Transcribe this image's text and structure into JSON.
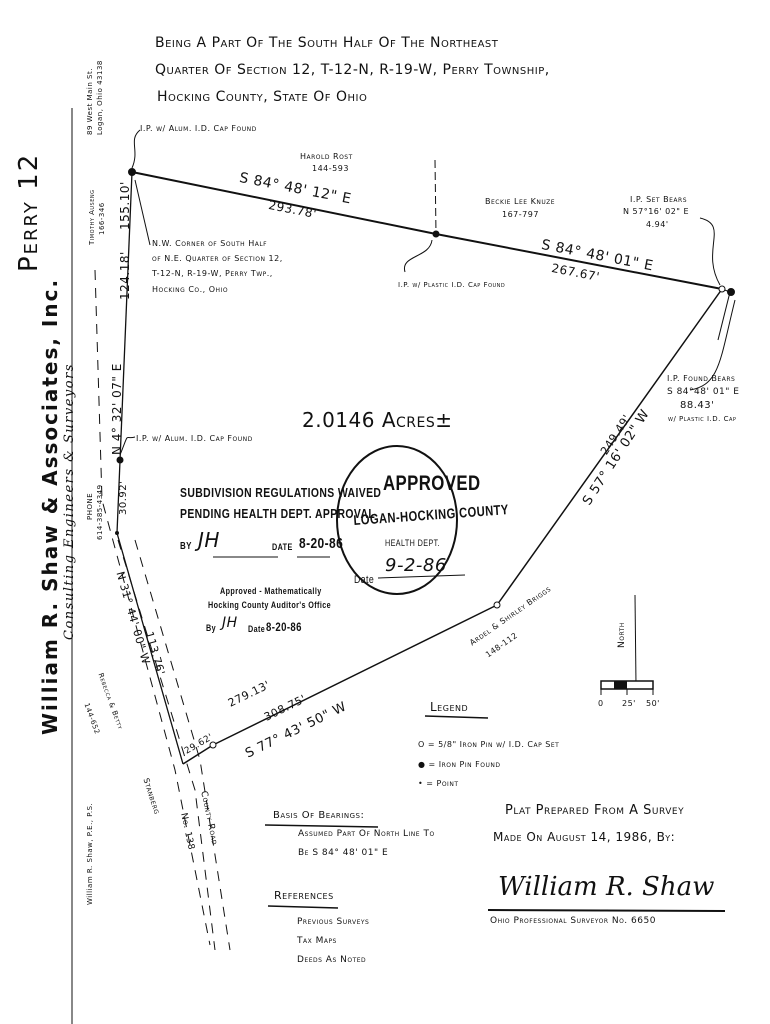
{
  "title_block": {
    "line1": "Being A Part Of The South Half Of The Northeast",
    "line2": "Quarter Of Section 12, T-12-N, R-19-W, Perry Township,",
    "line3": "Hocking County, State Of Ohio"
  },
  "margin_note": "Perry 12",
  "firm": {
    "name": "William R. Shaw & Associates, Inc.",
    "tagline": "Consulting Engineers & Surveyors",
    "address_line1": "89 West Main St.",
    "address_line2": "Logan, Ohio 43138",
    "phone_label": "PHONE",
    "phone": "614-385-4349",
    "principal": "William R. Shaw, P.E., P.S."
  },
  "adjoiners": {
    "north_1": {
      "name": "Harold Rost",
      "ref": "144-593"
    },
    "north_2": {
      "name": "Beckie Lee Knuze",
      "ref": "167-797"
    },
    "west_1": {
      "name": "Timothy Auseng",
      "ref": "166-346"
    },
    "west_2": {
      "name": "Rebecca & Betty",
      "ref": "144-652"
    },
    "southeast": {
      "name": "Ardel & Shirley Briggs",
      "ref": "148-112"
    },
    "road_1": "Stanberg",
    "road_2": "County Road",
    "road_3": "No. 138"
  },
  "callouts": {
    "nw_pin": "I.P. w/ Alum. I.D. Cap Found",
    "nw_corner": [
      "N.W. Corner of South Half",
      "of N.E. Quarter of Section 12,",
      "T-12-N, R-19-W, Perry Twp.,",
      "Hocking Co., Ohio"
    ],
    "mid_pin": "I.P. w/ Plastic I.D. Cap Found",
    "ne_set": [
      "I.P. Set Bears",
      "N 57°16' 02\" E",
      "4.94'"
    ],
    "ne_found": [
      "I.P. Found Bears",
      "S 84°48' 01\" E",
      "88.43'",
      "w/ Plastic I.D. Cap"
    ],
    "west_pin": "I.P. w/ Alum. I.D. Cap Found"
  },
  "courses": {
    "north_1_bearing": "S 84° 48' 12\" E",
    "north_1_dist": "293.78'",
    "north_2_bearing": "S 84° 48' 01\" E",
    "north_2_dist": "267.67'",
    "east_bearing": "S 57° 16' 02\" W",
    "east_dist": "249.49'",
    "south_bearing": "S 77° 43' 50\" W",
    "south_dist_1": "279.13'",
    "south_dist_2": "308.75'",
    "south_short": "29.62'",
    "west_bearing_1": "N 4° 32' 07\" E",
    "west_dist_1a": "155.10'",
    "west_dist_1b": "124.18'",
    "west_dist_1c": "30.92'",
    "west_bearing_2": "N 31° 44' 00\" W",
    "west_dist_2": "113.76'"
  },
  "area": "2.0146 Acres±",
  "stamps": {
    "subdivision_1": "SUBDIVISION REGULATIONS WAIVED",
    "subdivision_2": "PENDING HEALTH DEPT. APPROVAL",
    "by_label": "BY",
    "by_initials": "JH",
    "date_label": "DATE",
    "date_value": "8-20-86",
    "approved": "APPROVED",
    "county": "LOGAN-HOCKING COUNTY",
    "health": "HEALTH DEPT.",
    "approved_date_label": "Date",
    "approved_date": "9-2-86",
    "auditor_1": "Approved - Mathematically",
    "auditor_2": "Hocking County Auditor's Office",
    "auditor_by": "By",
    "auditor_initials": "JH",
    "auditor_date_label": "Date",
    "auditor_date": "8-20-86"
  },
  "north_arrow": "North",
  "scale": {
    "labels": [
      "0",
      "25'",
      "50'"
    ]
  },
  "legend": {
    "title": "Legend",
    "items": [
      "O = 5/8\" Iron Pin w/ I.D. Cap Set",
      "● = Iron Pin Found",
      "• = Point"
    ]
  },
  "basis": {
    "title": "Basis Of Bearings:",
    "line1": "Assumed Part Of North Line To",
    "line2": "Be S 84° 48' 01\" E"
  },
  "references": {
    "title": "References",
    "items": [
      "Previous Surveys",
      "Tax Maps",
      "Deeds As Noted"
    ]
  },
  "certification": {
    "line1": "Plat Prepared From A Survey",
    "line2": "Made On August 14, 1986, By:",
    "signature": "William R. Shaw",
    "title": "Ohio Professional Surveyor No. 6650"
  }
}
